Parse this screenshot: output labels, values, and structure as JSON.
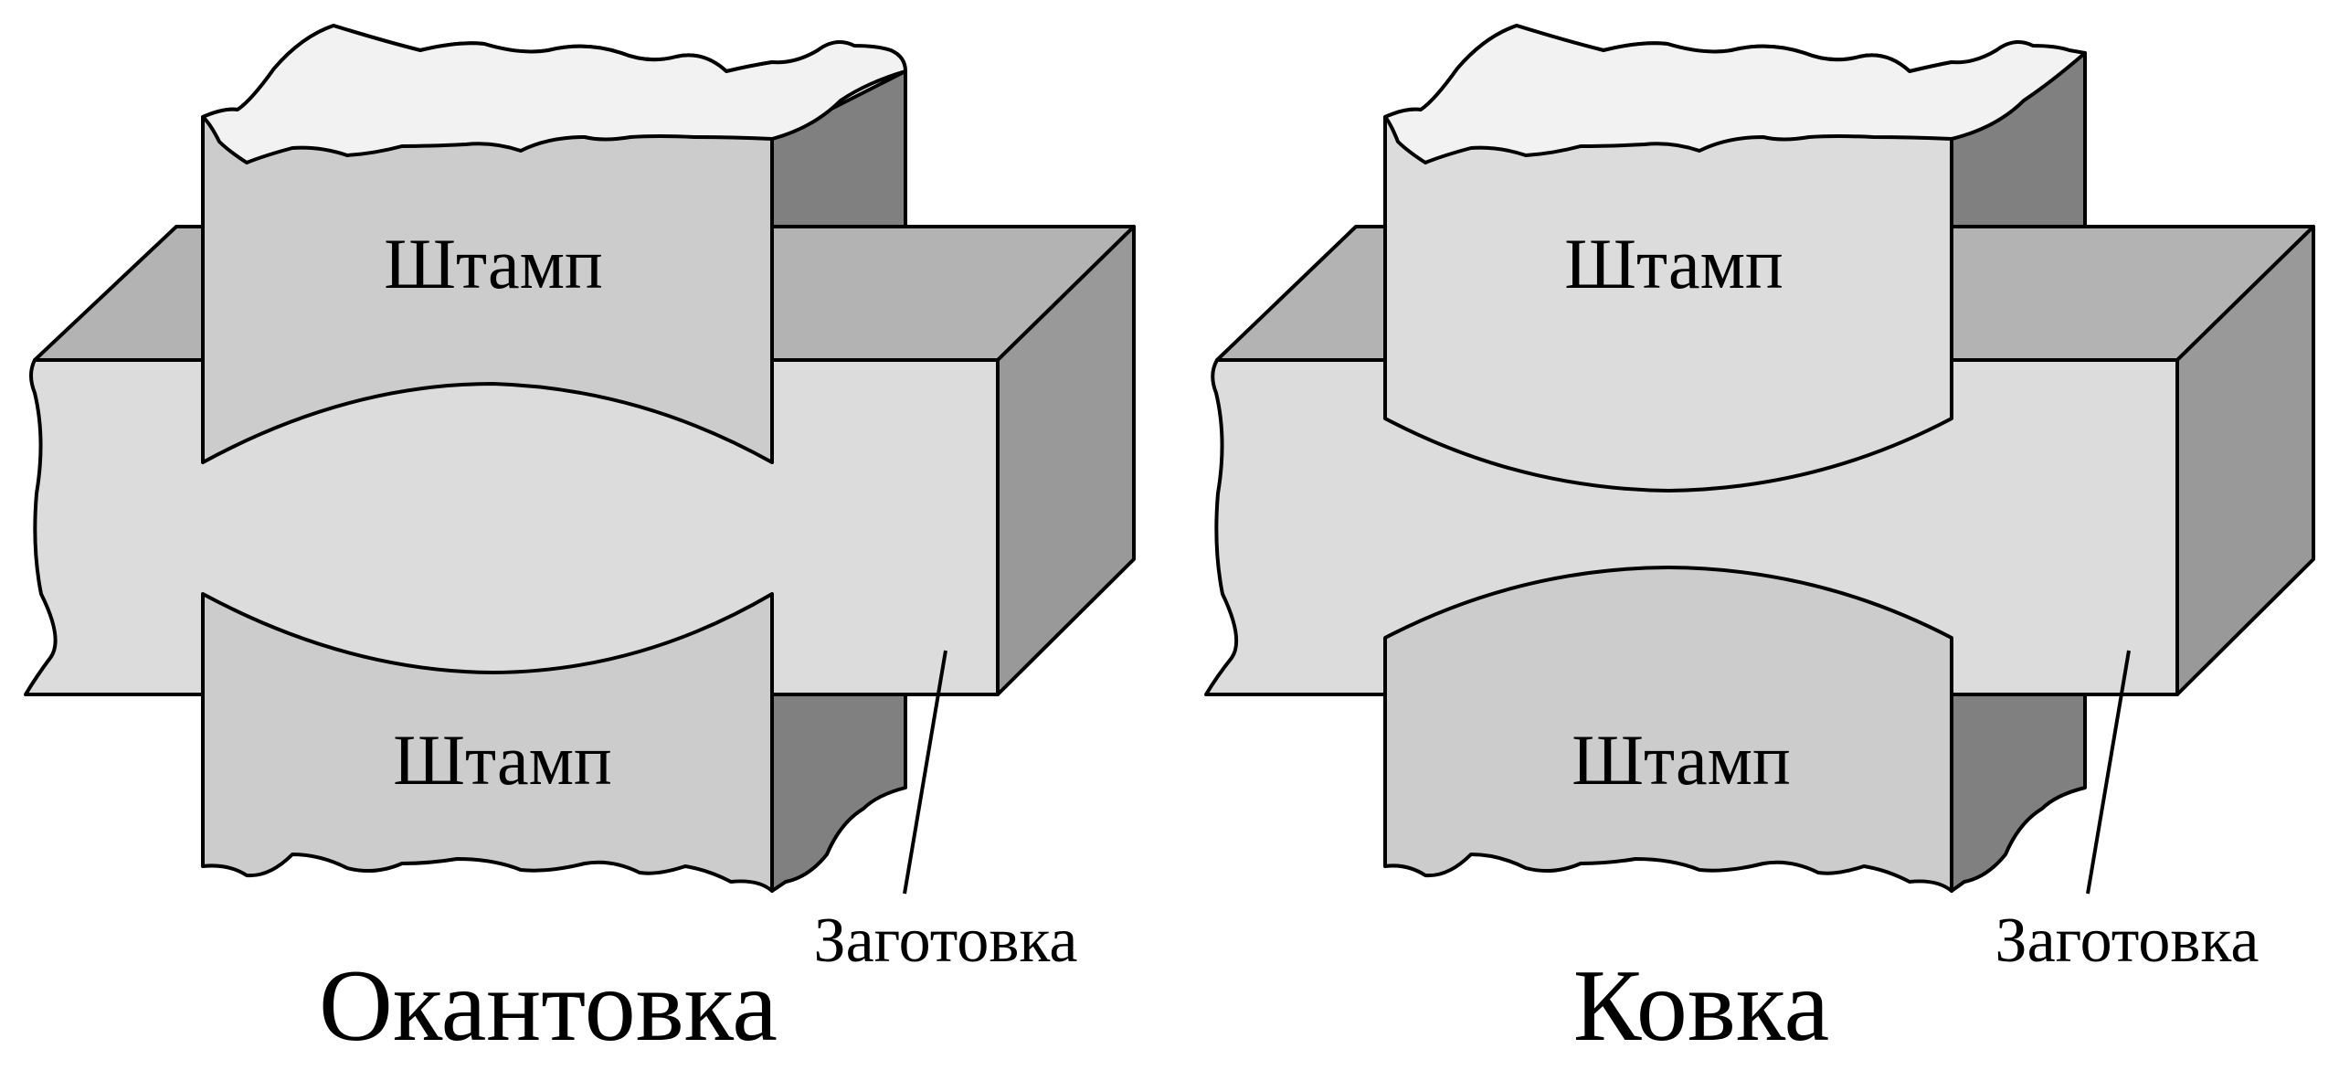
{
  "left": {
    "caption": "Окантовка",
    "die_top_label": "Штамп",
    "die_bottom_label": "Штамп",
    "workpiece_label": "Заготовка"
  },
  "right": {
    "caption": "Ковка",
    "die_top_label": "Штамп",
    "die_bottom_label": "Штамп",
    "workpiece_label": "Заготовка"
  },
  "colors": {
    "block_front": "#dcdcdc",
    "block_top": "#b3b3b3",
    "block_side": "#999999",
    "die_front": "#cccccc",
    "die_front_light": "#dcdcdc",
    "die_side": "#808080",
    "die_break": "#f2f2f2",
    "outline": "#000000"
  }
}
